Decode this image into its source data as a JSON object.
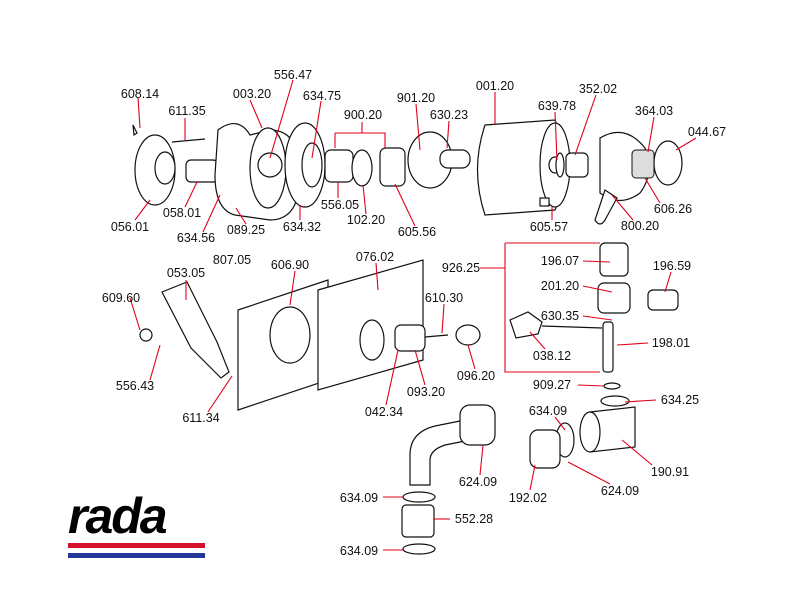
{
  "labels": {
    "l01": "608.14",
    "l02": "611.35",
    "l03": "003.20",
    "l04": "556.47",
    "l05": "634.75",
    "l06": "900.20",
    "l07": "901.20",
    "l08": "630.23",
    "l09": "001.20",
    "l10": "639.78",
    "l11": "352.02",
    "l12": "364.03",
    "l13": "044.67",
    "l14": "056.01",
    "l15": "058.01",
    "l16": "634.56",
    "l17": "089.25",
    "l18": "634.32",
    "l19": "556.05",
    "l20": "102.20",
    "l21": "605.56",
    "l22": "605.57",
    "l23": "800.20",
    "l24": "606.26",
    "l25": "807.05",
    "l26": "606.90",
    "l27": "076.02",
    "l28": "926.25",
    "l29": "196.07",
    "l30": "196.59",
    "l31": "201.20",
    "l32": "053.05",
    "l33": "609.60",
    "l34": "610.30",
    "l35": "630.35",
    "l36": "038.12",
    "l37": "198.01",
    "l38": "556.43",
    "l39": "611.34",
    "l40": "042.34",
    "l41": "093.20",
    "l42": "096.20",
    "l43": "909.27",
    "l44": "634.09",
    "l45": "634.25",
    "l46": "190.91",
    "l47": "192.02",
    "l48": "624.09",
    "l49": "624.09",
    "l50": "634.09",
    "l51": "552.28",
    "l52": "634.09"
  },
  "logo": {
    "text": "rada",
    "stripe_red": "#d4102a",
    "stripe_blue": "#23379a"
  },
  "colors": {
    "leader": "#e2001a"
  }
}
